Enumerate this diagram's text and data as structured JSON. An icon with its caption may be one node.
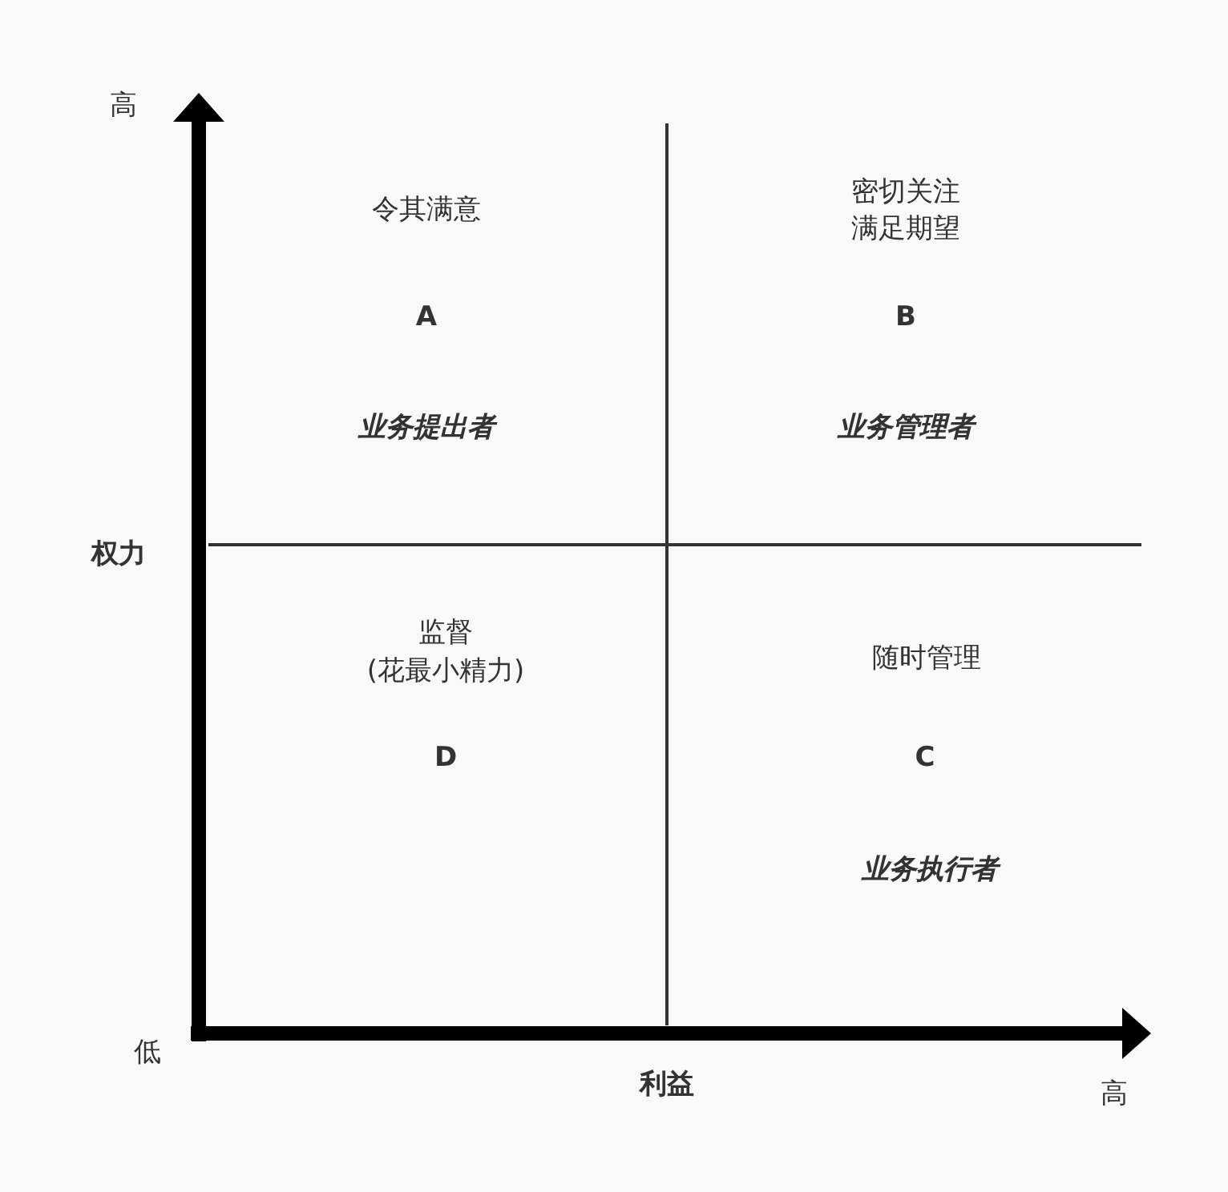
{
  "diagram": {
    "labels": [
      "高",
      "密切关注",
      "令其满意",
      "满足期望",
      "A",
      "B",
      "业务提出者",
      "业务管理者",
      "权力",
      "监督",
      "随时管理",
      "(花最小精力)",
      "D",
      "C",
      "业务执行者",
      "低",
      "利益",
      "高"
    ]
  }
}
